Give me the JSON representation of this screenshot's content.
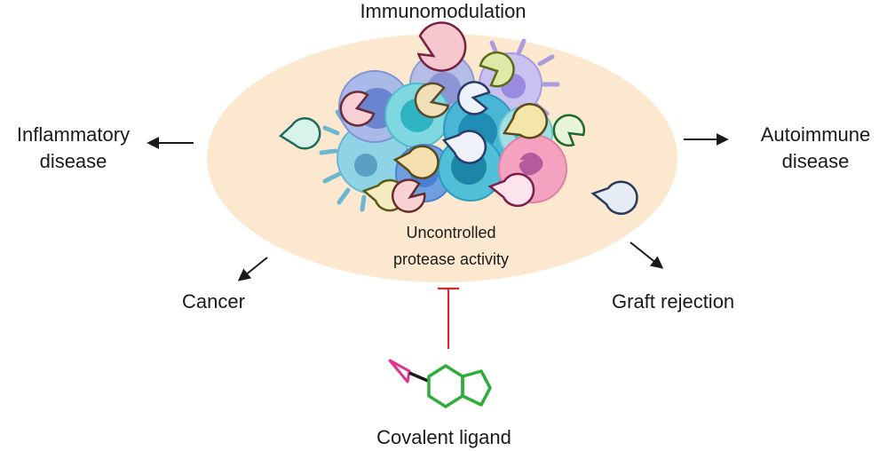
{
  "title": "Immunomodulation",
  "center_label": {
    "line1": "Uncontrolled",
    "line2": "protease activity"
  },
  "outcomes": {
    "inflammatory": {
      "line1": "Inflammatory",
      "line2": "disease"
    },
    "autoimmune": {
      "line1": "Autoimmune",
      "line2": "disease"
    },
    "cancer": "Cancer",
    "graft": "Graft rejection"
  },
  "inhibitor_label": "Covalent ligand",
  "colors": {
    "ellipse": "#fbe8cf",
    "arrow": "#1a1a1a",
    "inhibition": "#d62a2a",
    "ligand_ring": "#2dae3a",
    "ligand_warhead": "#e0338f"
  },
  "icons": [
    "protease-pacman-icon",
    "immune-cell-icon",
    "dendritic-cell-icon",
    "neutrophil-icon",
    "covalent-ligand-structure-icon"
  ]
}
